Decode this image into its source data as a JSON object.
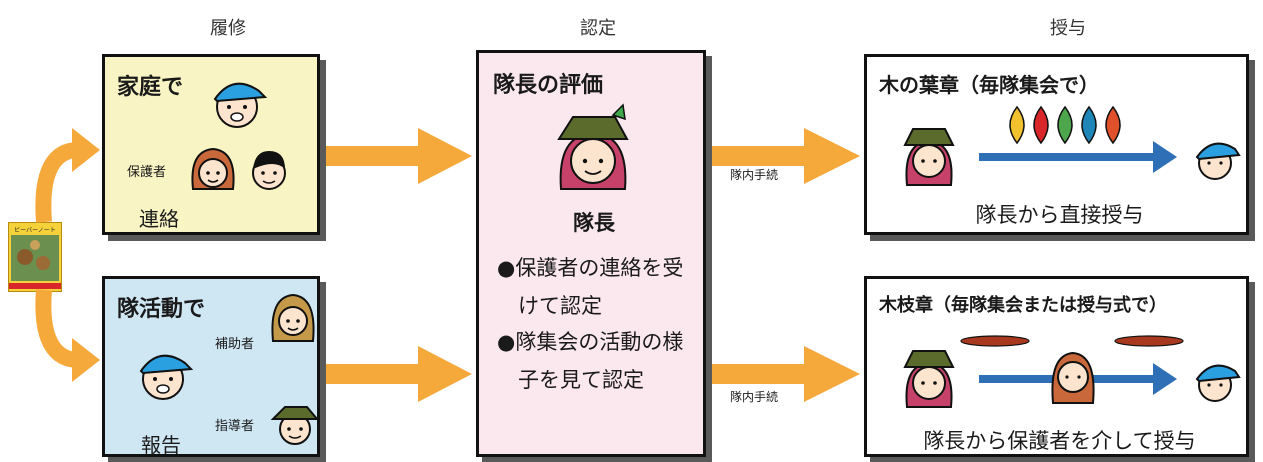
{
  "headers": {
    "stage1": "履修",
    "stage2": "認定",
    "stage3": "授与"
  },
  "colors": {
    "arrow": "#f6a93b",
    "blue_arrow": "#2f6fb5",
    "home_box": "#f8f4c4",
    "troop_box": "#cfe6f3",
    "leader_box": "#fbe8ee",
    "award_box": "#ffffff"
  },
  "book": {
    "title": "ビーバーノート"
  },
  "home": {
    "title": "家庭で",
    "guardian_label": "保護者",
    "report": "連絡"
  },
  "troop": {
    "title": "隊活動で",
    "assistant_label": "補助者",
    "instructor_label": "指導者",
    "report": "報告"
  },
  "leader": {
    "title": "隊長の評価",
    "name": "隊長",
    "bullet_mark": "●",
    "bullet1_line1": "保護者の連絡を受",
    "bullet1_line2": "けて認定",
    "bullet2_line1": "隊集会の活動の様",
    "bullet2_line2": "子を見て認定"
  },
  "procedure_label_top": "隊内手続",
  "procedure_label_bottom": "隊内手続",
  "award_leaf": {
    "title": "木の葉章（毎隊集会で）",
    "caption": "隊長から直接授与",
    "leaf_colors": [
      "#f2c12e",
      "#d9262b",
      "#4da64b",
      "#1f86b8",
      "#e0502b"
    ]
  },
  "award_branch": {
    "title": "木枝章（毎隊集会または授与式で）",
    "caption": "隊長から保護者を介して授与"
  }
}
